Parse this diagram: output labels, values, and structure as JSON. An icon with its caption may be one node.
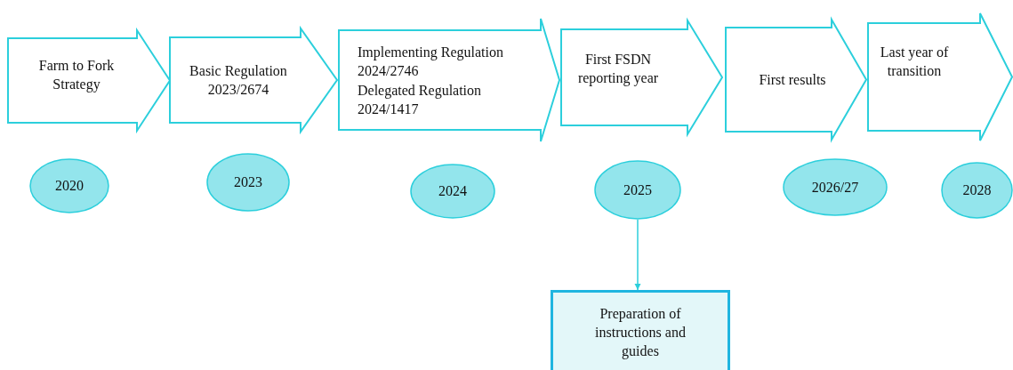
{
  "diagram": {
    "nodes": [
      {
        "text": [
          "Farm to Fork Strategy"
        ]
      },
      {
        "text": [
          "Basic Regulation 2023/2674"
        ]
      },
      {
        "text": [
          "Implementing Regulation 2024/2746",
          "Delegated Regulation 2024/1417"
        ]
      },
      {
        "text": [
          "First FSDN reporting year"
        ]
      },
      {
        "text": [
          "First results"
        ]
      },
      {
        "text": [
          "Last year of transition"
        ]
      },
      {
        "text": [
          "2020"
        ]
      },
      {
        "text": [
          "2023"
        ]
      },
      {
        "text": [
          "2024"
        ]
      },
      {
        "text": [
          "2025"
        ]
      },
      {
        "text": [
          "2026/27"
        ]
      },
      {
        "text": [
          "2028"
        ]
      },
      {
        "text": [
          "Preparation of instructions and guides"
        ]
      }
    ],
    "edges": [
      {
        "from": 9,
        "to": 12,
        "arrow": "to"
      }
    ]
  }
}
